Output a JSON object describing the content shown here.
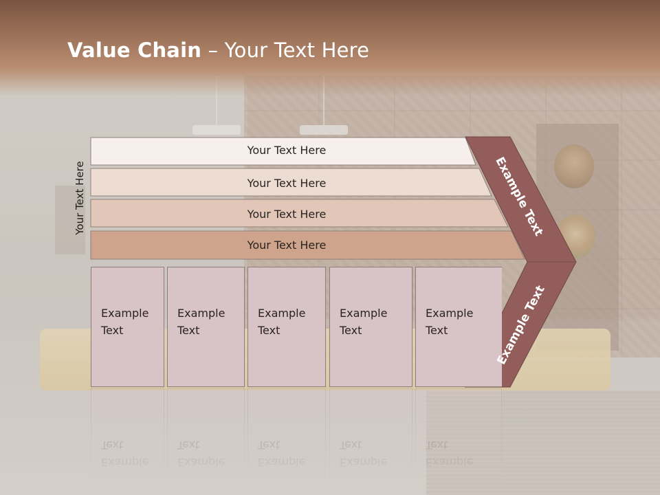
{
  "slide": {
    "title_bold": "Value Chain",
    "title_rest": " – Your Text Here",
    "side_label": "Your Text Here",
    "bands": [
      "Your Text Here",
      "Your Text Here",
      "Your Text Here",
      "Your Text Here"
    ],
    "columns": [
      "Example\nText",
      "Example\nText",
      "Example\nText",
      "Example\nText",
      "Example\nText"
    ],
    "chevron_upper": "Example Text",
    "chevron_lower": "Example Text",
    "colors": {
      "header": "#8f6650",
      "band1": "#f6efec",
      "band2": "#ecdcd2",
      "band3": "#e2c7b8",
      "band4": "#cea58c",
      "column": "#d8c4c6",
      "chevron": "#925d5a"
    }
  }
}
